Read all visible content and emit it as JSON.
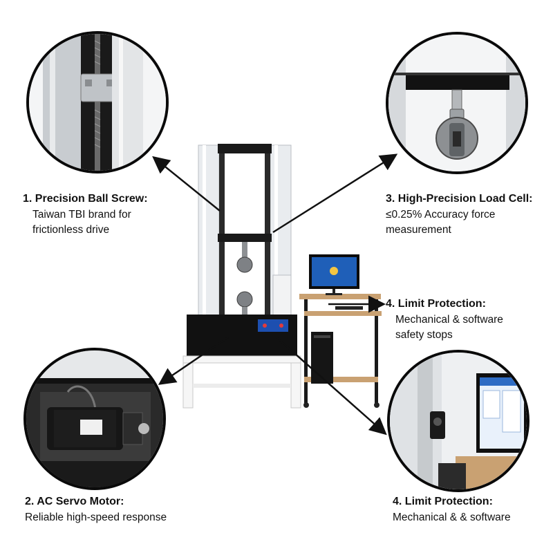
{
  "callouts": [
    {
      "title": "1. Precision Ball Screw:",
      "lines": [
        "Taiwan TBI brand for",
        "frictionless drive"
      ]
    },
    {
      "title": "3. High-Precision Load Cell:",
      "lines": [
        "≤0.25% Accuracy force",
        "measurement"
      ]
    },
    {
      "title": "4. Limit Protection:",
      "lines": [
        "Mechanical & software",
        "safety stops"
      ]
    },
    {
      "title": "2. AC Servo Motor:",
      "lines": [
        "Reliable high-speed response"
      ]
    },
    {
      "title": "4. Limit Protection:",
      "lines": [
        "Mechanical & & software"
      ]
    }
  ],
  "colors": {
    "arrow": "#111111",
    "frame": "#e9ecef",
    "base": "#111111",
    "wood": "#c9a172",
    "screen": "#1f5fb8"
  }
}
